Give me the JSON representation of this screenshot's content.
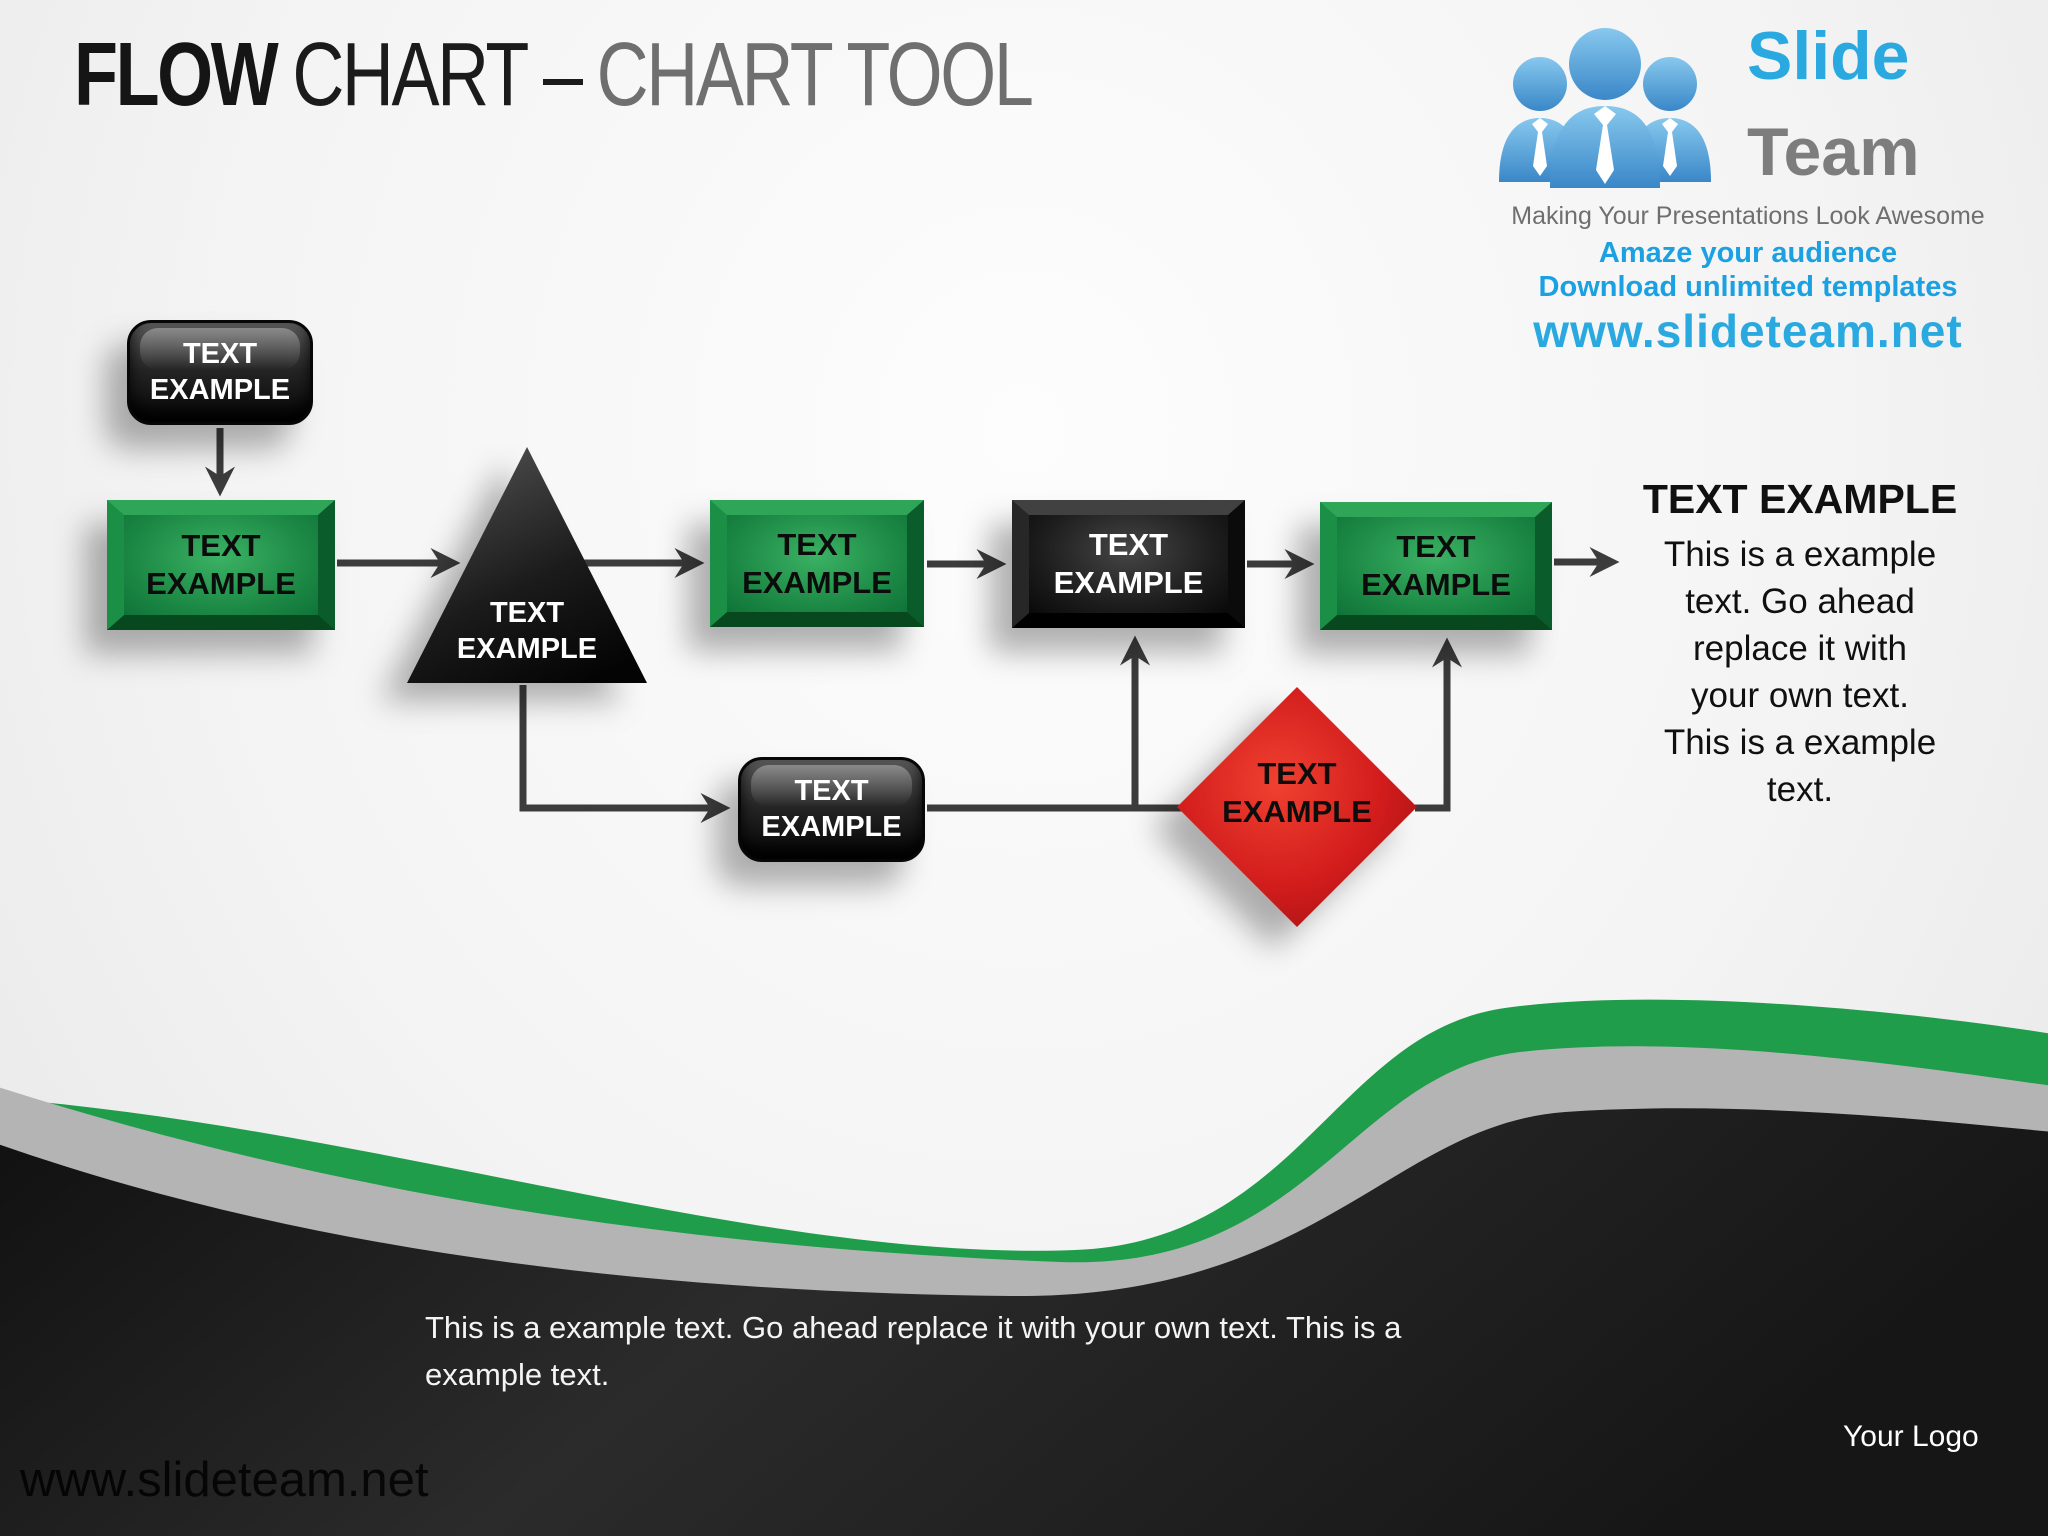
{
  "title": {
    "word1": "FLOW",
    "word2": "CHART",
    "dash": "–",
    "word3": "CHART TOOL"
  },
  "logo": {
    "name_top": "Slide",
    "name_bottom": "Team",
    "tagline": "Making Your Presentations Look Awesome",
    "promo1": "Amaze your audience",
    "promo2": "Download unlimited templates",
    "url": "www.slideteam.net"
  },
  "flowchart": {
    "nodes": [
      {
        "id": "start-rounded-black",
        "label": "TEXT EXAMPLE"
      },
      {
        "id": "step1-green",
        "label": "TEXT EXAMPLE"
      },
      {
        "id": "decision-triangle",
        "label": "TEXT EXAMPLE"
      },
      {
        "id": "step2-green",
        "label": "TEXT EXAMPLE"
      },
      {
        "id": "step3-black",
        "label": "TEXT EXAMPLE"
      },
      {
        "id": "step4-green",
        "label": "TEXT EXAMPLE"
      },
      {
        "id": "substep-rounded-black",
        "label": "TEXT EXAMPLE"
      },
      {
        "id": "decision-red-diamond",
        "label": "TEXT EXAMPLE"
      }
    ],
    "annotation": {
      "heading": "TEXT EXAMPLE",
      "lines": [
        "This is a example",
        "text. Go ahead",
        "replace it with",
        "your own text.",
        "This is a example",
        "text."
      ]
    }
  },
  "footer": {
    "note_lines": [
      "This is a example text. Go ahead replace it with your own text. This is a",
      "example text."
    ],
    "website": "www.slideteam.net",
    "logo_placeholder": "Your Logo"
  },
  "colors": {
    "green": "#1f9d4b",
    "red": "#d21c1c",
    "node_black": "#1a1a1a",
    "gray_swoosh": "#b4b4b4",
    "blue": "#2aa9e0",
    "arrow": "#3c3c3c"
  }
}
